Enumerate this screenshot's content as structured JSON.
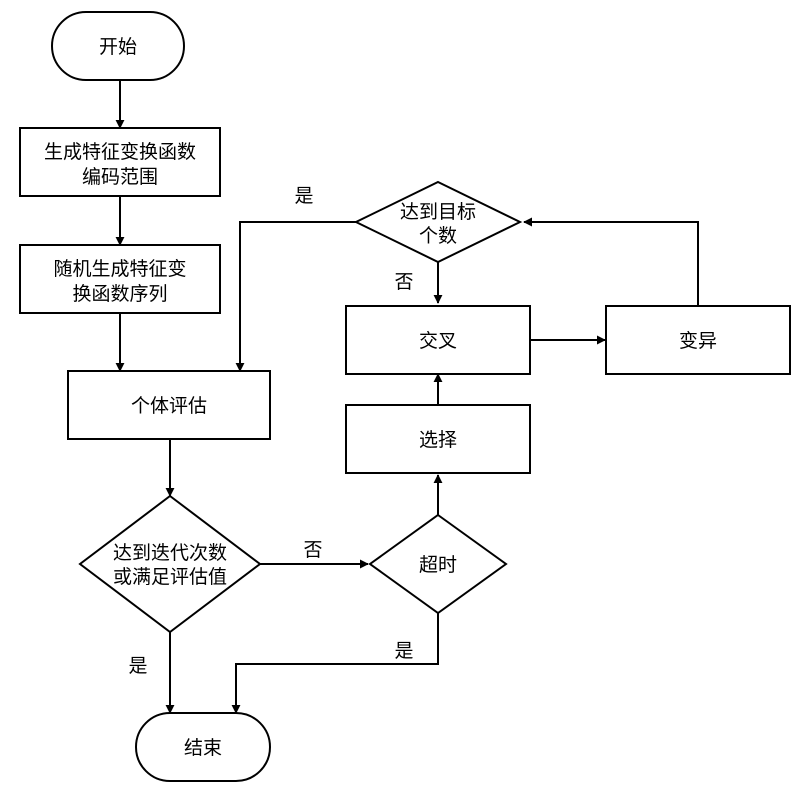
{
  "nodes": {
    "start": {
      "label": "开始"
    },
    "gen_range": {
      "line1": "生成特征变换函数",
      "line2": "编码范围"
    },
    "gen_seq": {
      "line1": "随机生成特征变",
      "line2": "换函数序列"
    },
    "evaluate": {
      "label": "个体评估"
    },
    "check_iter": {
      "line1": "达到迭代次数",
      "line2": "或满足评估值"
    },
    "end": {
      "label": "结束"
    },
    "timeout": {
      "label": "超时"
    },
    "select": {
      "label": "选择"
    },
    "crossover": {
      "label": "交叉"
    },
    "mutation": {
      "label": "变异"
    },
    "check_target": {
      "line1": "达到目标",
      "line2": "个数"
    }
  },
  "edges": {
    "iter_yes": "是",
    "iter_no": "否",
    "timeout_yes": "是",
    "target_yes": "是",
    "target_no": "否"
  }
}
